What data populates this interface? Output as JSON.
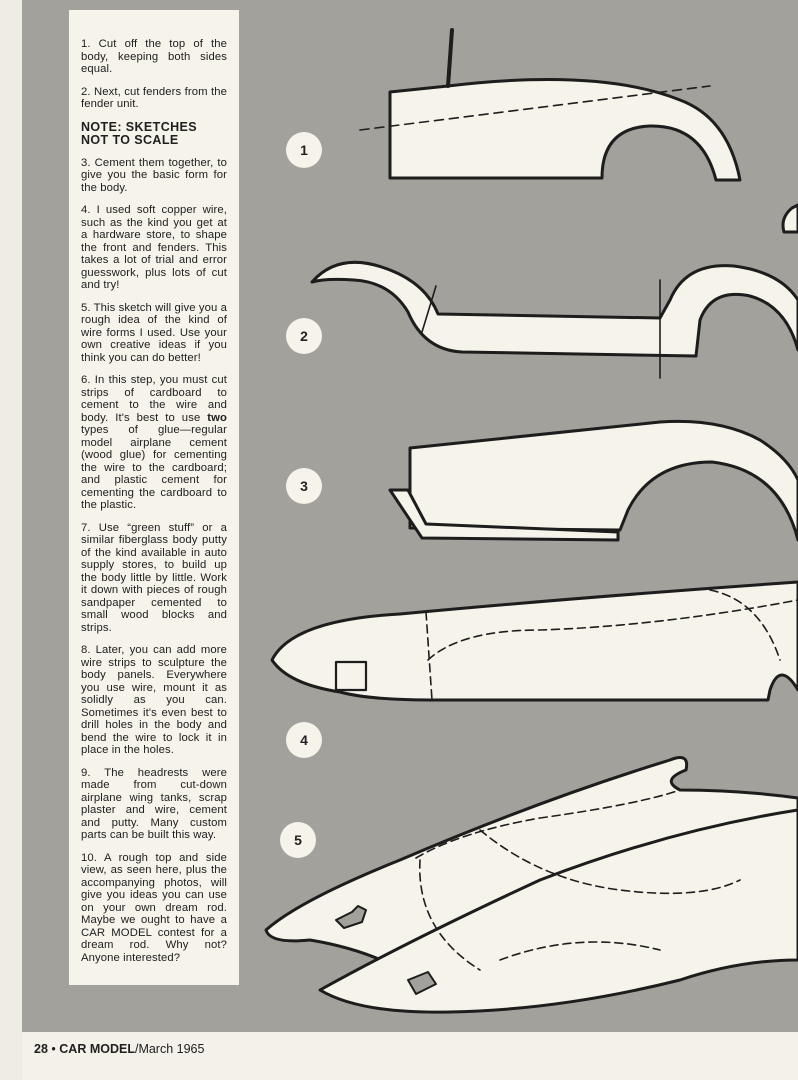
{
  "instructions": {
    "step1": "1. Cut off the top of the body, keeping both sides equal.",
    "step2": "2. Next, cut fenders from the fender unit.",
    "note": "NOTE: SKETCHES NOT TO SCALE",
    "step3": "3. Cement them together, to give you the basic form for the body.",
    "step4": "4. I used soft copper wire, such as the kind you get at a hardware store, to shape the front and fenders. This takes a lot of trial and error guesswork, plus lots of cut and try!",
    "step5": "5. This sketch will give you a rough idea of the kind of wire forms I used. Use your own creative ideas if you think you can do better!",
    "step6_a": "6. In this step, you must cut strips of cardboard to cement to the wire and body. It's best to use ",
    "step6_bold": "two",
    "step6_b": " types of glue—regular model airplane cement (wood glue) for cementing the wire to the cardboard; and plastic cement for cementing the cardboard to the plastic.",
    "step7": "7. Use “green stuff” or a similar fiberglass body putty of the kind available in auto supply stores, to build up the body little by little. Work it down with pieces of rough sandpaper cemented to small wood blocks and strips.",
    "step8": "8. Later, you can add more wire strips to sculpture the body panels. Everywhere you use wire, mount it as solidly as you can. Sometimes it's even best to drill holes in the body and bend the wire to lock it in place in the holes.",
    "step9": "9. The headrests were made from cut-down airplane wing tanks, scrap plaster and wire, cement and putty. Many custom parts can be built this way.",
    "step10": "10. A rough top and side view, as seen here, plus the accompanying photos, will give you ideas you can use on your own dream rod. Maybe we ought to have a CAR MODEL contest for a dream rod. Why not? Anyone interested?"
  },
  "footer": {
    "page_number": "28",
    "separator": "•",
    "magazine": "CAR MODEL",
    "issue": "/March 1965"
  },
  "figures": {
    "badge1": "1",
    "badge2": "2",
    "badge3": "3",
    "badge4": "4",
    "badge5": "5"
  },
  "colors": {
    "page_gray": "#a3a19c",
    "paper": "#f6f3ea",
    "ink": "#202020"
  }
}
